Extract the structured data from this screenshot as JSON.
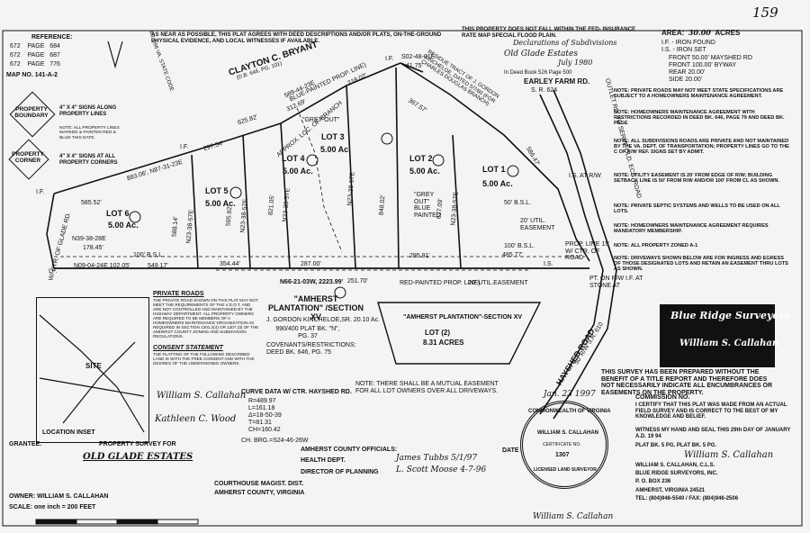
{
  "page_number": "159",
  "reference": {
    "title": "REFERENCE:",
    "rows": [
      [
        "672",
        "PAGE",
        "684"
      ],
      [
        "672",
        "PAGE",
        "687"
      ],
      [
        "672",
        "PAGE",
        "776"
      ]
    ],
    "map_no": "MAP NO. 141-A-2"
  },
  "header": {
    "left": "AS NEAR AS POSSIBLE, THIS PLAT AGREES WITH DEED DESCRIPTIONS AND/OR PLATS, ON-THE-GROUND PHYSICAL EVIDENCE, AND LOCAL WITNESSES IF AVAILABLE.",
    "right": "THIS PROPERTY DOES NOT FALL WITHIN THE FED- INSURANCE RATE MAP SPECIAL FLOOD PLAIN.",
    "hand_decl": "Declarations of Subdivisions",
    "hand_estates": "Old Glade Estates",
    "hand_date": "July 1980",
    "deed_bk": "In Deed Book 526 Page 500"
  },
  "summary": {
    "area_label": "AREA:",
    "area_value": "30.00",
    "area_unit": "ACRES",
    "if_label": "I.F. - IRON FOUND",
    "is_label": "I.S. - IRON SET",
    "front1": "FRONT  50.00' MAYSHED RD",
    "front2": "FRONT  100.00' BYWAY",
    "rear": "REAR  20.00'",
    "side": "SIDE  20.00'",
    "road": "EARLEY FARM RD.",
    "road_code": "S. R.  624"
  },
  "legend": {
    "property_boundary": "PROPERTY BOUNDARY",
    "signs_note": "4\" X 4\" SIGNS ALONG PROPERTY LINES",
    "small_note": "NOTE: ALL PROPERTY LINES MARKED & PAINTED RED & BLUE THIS DATE.",
    "property_corner": "PROPERTY CORNER",
    "corner_note": "4\" X 4\" SIGNS AT ALL PROPERTY CORNERS"
  },
  "plat": {
    "owner": "CLAYTON C. BRYANT",
    "owner_ref": "(D.B. 646, PG. 101)",
    "residue": "RESIDUE TRACT OF J. GORDON KINCHELOE, DATED 5/7/80 (FOR CHARLES DOUGLAS BRANCH)",
    "lots": [
      {
        "label": "LOT 6",
        "area": "5.00 Ac."
      },
      {
        "label": "LOT 5",
        "area": "5.00 Ac."
      },
      {
        "label": "LOT 4",
        "area": "5.00 Ac."
      },
      {
        "label": "LOT 3",
        "area": "5.00 Ac."
      },
      {
        "label": "LOT 2",
        "area": "5.00 Ac."
      },
      {
        "label": "LOT 1",
        "area": "5.00 Ac."
      }
    ],
    "dims_top": [
      "883.06', N87-31-23E",
      "625.82'",
      "297.54'",
      "312.69'",
      "589-44-23E",
      "218.02'",
      "41.75'",
      "S02-48-01E",
      "367.57'",
      "586.47'"
    ],
    "dims_bottom": [
      "549.17'",
      "354.44'",
      "287.00'",
      "251.70'",
      "295.91'",
      "485.77'"
    ],
    "dims_side": [
      "N39-38-28E",
      "178.45'",
      "N09-04-24E,102.05'",
      "585.52'",
      "N66-21-03W, 2223.99'"
    ],
    "bearings": [
      "N23-38-57E",
      "N23-38-57E",
      "N23-38-57E",
      "N23-38-57E",
      "N23-38-57E"
    ],
    "side_lens": [
      "588.14'",
      "595.92'",
      "821.05'",
      "848.02'",
      "627.09'"
    ],
    "labels": {
      "if1": "I.F.",
      "if2": "I.F.",
      "if3": "I.F.",
      "if4": "I.F.",
      "is": "I.S.",
      "bsl": "100' B.S.L.",
      "bsl2": "100' B.S.L.",
      "bsl3": "50' B.S.L.",
      "util": "20' UTIL.EASEMENT",
      "util2": "20' UTIL. EASEMENT",
      "grey": "\"GREY OUT\"",
      "grey2": "\"GREY OUT\" BLUE PAINTED",
      "bluered": "BLUE-PAINTED PROP. LINE)",
      "redprop": "RED-PAINTED PROP. LINE)",
      "branch": "APPROX. LOC. OF BRANCH",
      "isat": "I.S. AT R/W",
      "propline": "PROP. LINE 15' W/ CTR. OF ROAD",
      "fr": "OUTLET RD. TO SERVE OLD. ECC. ROAD",
      "pt": "PT. ON R/W I.F. AT STONE AT",
      "ctr": "W/ CTR. OF GLADE RD."
    },
    "plantation": "\"AMHERST PLANTATION\" /SECTION XV",
    "plantation_sub": "J. GORDON KINCHELOE,SR.  20.10 Ac.",
    "plantation_ref": "990/400 PLAT BK. \"N\", PG. 37",
    "covenants": "COVENANTS/RESTRICTIONS: DEED BK. 646, PG. 75",
    "section_xv": "\"AMHERST PLANTATION\"-SECTION XV",
    "lot2_area": "8.31 ACRES",
    "lot2_label": "LOT (2)",
    "hayshed": "HAYSHED  ROAD",
    "va_route": "RT. 696 VA. STATE CODE",
    "route_610": "50' R/W S.R. 610"
  },
  "notes": [
    "NOTE: PRIVATE ROADS MAY NOT MEET STATE SPECIFICATIONS ARE SUBJECT TO A HOMEOWNERS MAINTENANCE AGREEMENT.",
    "NOTE: HOMEOWNERS MAINTENANCE AGREEMENT WITH RESTRICTIONS RECORDED IN DEED BK. 646, PAGE 79 AND DEED BK. PAGE",
    "NOTE: ALL SUBDIVISIONS ROADS ARE PRIVATE AND NOT MAINTAINED BY THE VA. DEPT. OF TRANSPORTATION; PROPERTY LINES GO TO THE C OF R/W REF. SIGNS SET BY ADMIT.",
    "NOTE: UTILITY EASEMENT IS 20' FROM EDGE OF R/W; BUILDING SETBACK LINE IS 50' FROM R/W AND/OR 100' FROM CL AS SHOWN.",
    "NOTE: PRIVATE SEPTIC SYSTEMS AND WELLS TO BE USED ON ALL LOTS.",
    "NOTE: HOMEOWNERS MAINTENANCE AGREEMENT REQUIRES MANDATORY MEMBERSHIP.",
    "NOTE: ALL PROPERTY ZONED A-1",
    "NOTE: DRIVEWAYS SHOWN BELOW ARE FOR INGRESS AND EGRESS OF THOSE DESIGNATED LOTS AND RETAIN AN EASEMENT THRU LOTS AS SHOWN."
  ],
  "private_roads": {
    "title": "PRIVATE ROADS",
    "text": "THE PRIVATE ROAD SHOWN ON THIS PLAT MAY NOT MEET THE REQUIREMENTS OF THE V.D.O.T. AND ARE NOT CONTROLLED AND MAINTAINED BY THE HIGHWAY DEPARTMENT. ALL PROPERTY OWNERS ARE REQUIRED TO BE MEMBERS OF A HOMEOWNERS MAINTENANCE ORGANIZATION AS REQUIRED IN SECTION 1301.2(4) OR 1307.(3) OF THE AMHERST COUNTY ZONING AND SUBDIVISION REGULATIONS.",
    "consent_title": "CONSENT STATEMENT",
    "consent_text": "THE PLATTING OF THE FOLLOWING DESCRIBED LAND IS WITH THE FREE CONSENT AND WITH THE DESIRES OF THE UNDERSIGNED OWNERS."
  },
  "location": {
    "title": "LOCATION INSET",
    "site": "SITE"
  },
  "signatures": {
    "owner_sig": "William S. Callahan",
    "notary_sig": "Kathleen C. Wood",
    "grantee": "GRANTEE:",
    "survey_for": "PROPERTY SURVEY FOR",
    "estates": "OLD GLADE ESTATES",
    "owner": "OWNER: WILLIAM S. CALLAHAN",
    "scale": "SCALE: one inch = 200 FEET"
  },
  "curve": {
    "title": "CURVE DATA W/ CTR. HAYSHED RD.",
    "values": [
      "R=489.97",
      "L=161.18",
      "Δ=18-50-39",
      "T=81.31",
      "CH=160.42"
    ],
    "chord": "CH. BRG.=S24-46-26W"
  },
  "county": {
    "officials": "AMHERST COUNTY OFFICIALS:",
    "date_label": "DATE",
    "health": "HEALTH DEPT.",
    "health_sig": "James Tubbs 5/1/97",
    "planning": "DIRECTOR OF PLANNING",
    "planning_sig": "L. Scott Moose 4-7-96",
    "courthouse": "COURTHOUSE  MAGIST. DIST.",
    "county_name": "AMHERST COUNTY, VIRGINIA",
    "easement": "NOTE: THERE SHALL BE A MUTUAL EASEMENT FOR ALL LOT OWNERS OVER ALL DRIVEWAYS."
  },
  "surveyor": {
    "logo_top": "Blue Ridge Surveyors",
    "logo_name": "William S. Callahan",
    "notice": "THIS SURVEY HAS BEEN PREPARED WITHOUT THE BENEFIT OF A TITLE REPORT AND THEREFORE DOES NOT NECESSARILY INDICATE ALL ENCUMBRANCES OR EASEMENTS ON THE PROPERTY.",
    "seal_1": "COMMONWEALTH OF VIRGINIA",
    "seal_2": "WILLIAM S. CALLAHAN",
    "seal_3": "CERTIFICATE NO.",
    "seal_4": "1307",
    "seal_5": "LICENSED LAND SURVEYOR",
    "seal_date": "Jan. 23 1997",
    "commission": "COMMISSION NO.",
    "certify": "I CERTIFY THAT THIS PLAT WAS MADE FROM AN ACTUAL FIELD SURVEY AND IS CORRECT TO THE BEST OF MY KNOWLEDGE AND BELIEF.",
    "witness": "WITNESS MY HAND AND SEAL THIS 29th DAY OF JANUARY  A.D. 19 94",
    "plat_bk": "PLAT BK. 5  PG. PLAT BK. 5  PG.",
    "sig": "William S. Callahan",
    "name": "WILLIAM S. CALLAHAN, C.L.S.",
    "firm": "BLUE RIDGE SURVEYORS, INC.",
    "box": "P. O. BOX 236",
    "city": "AMHERST, VIRGINIA 24521",
    "tel": "TEL: (804)946-5540 / FAX: (804)946-2506",
    "sig_bottom": "William S. Callahan"
  }
}
